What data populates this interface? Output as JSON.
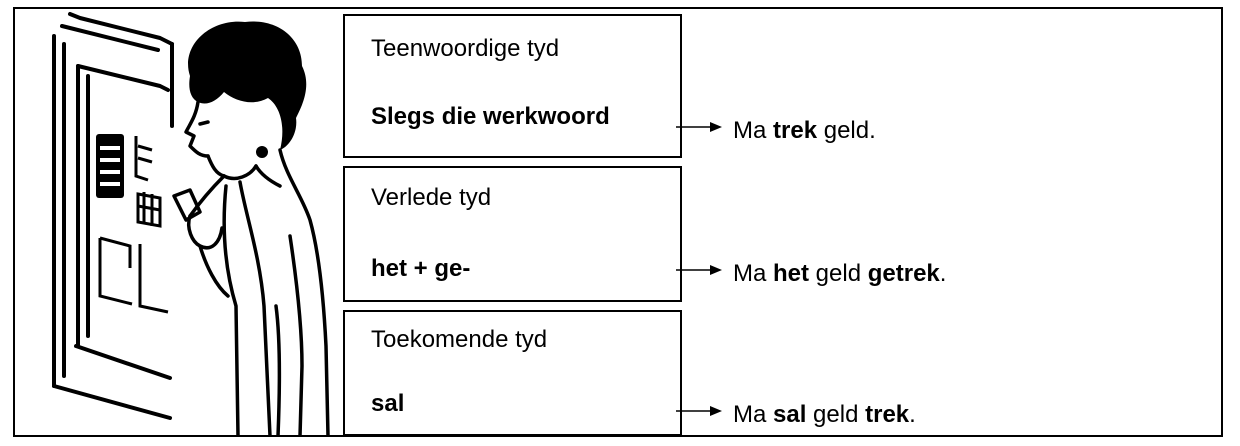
{
  "tenses": [
    {
      "name": "Teenwoordige tyd",
      "rule": "Slegs die werkwoord",
      "example": [
        {
          "t": "Ma ",
          "b": false
        },
        {
          "t": "trek",
          "b": true
        },
        {
          "t": " geld.",
          "b": false
        }
      ]
    },
    {
      "name": "Verlede tyd",
      "rule": "het + ge-",
      "example": [
        {
          "t": "Ma ",
          "b": false
        },
        {
          "t": "het",
          "b": true
        },
        {
          "t": " geld ",
          "b": false
        },
        {
          "t": "getrek",
          "b": true
        },
        {
          "t": ".",
          "b": false
        }
      ]
    },
    {
      "name": "Toekomende tyd",
      "rule": "sal",
      "example": [
        {
          "t": "Ma ",
          "b": false
        },
        {
          "t": "sal",
          "b": true
        },
        {
          "t": " geld ",
          "b": false
        },
        {
          "t": "trek",
          "b": true
        },
        {
          "t": ".",
          "b": false
        }
      ]
    }
  ]
}
